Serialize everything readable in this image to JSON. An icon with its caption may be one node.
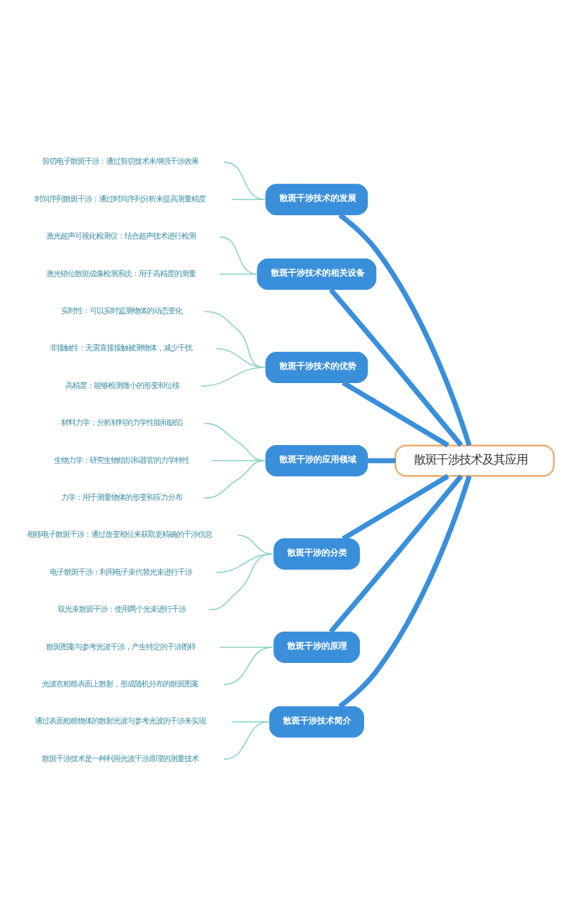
{
  "diagram": {
    "nodes": [
      {
        "text": [
          "剪切电子散斑干涉：通过剪切技术来增强干涉效果"
        ]
      },
      {
        "text": [
          "时间序列散斑干涉：通过时间序列分析来提高测量精度"
        ]
      },
      {
        "text": [
          "散斑干涉技术的发展"
        ]
      },
      {
        "text": [
          "激光超声可视化检测仪：结合超声技术进行检测"
        ]
      },
      {
        "text": [
          "激光错位散斑成像检测系统：用于高精度的测量"
        ]
      },
      {
        "text": [
          "散斑干涉技术的相关设备"
        ]
      },
      {
        "text": [
          "实时性：可以实时监测物体的动态变化"
        ]
      },
      {
        "text": [
          "非接触性：无需直接接触被测物体，减少干扰"
        ]
      },
      {
        "text": [
          "高精度：能够检测微小的形变和位移"
        ]
      },
      {
        "text": [
          "散斑干涉技术的优势"
        ]
      },
      {
        "text": [
          "材料力学：分析材料的力学性能和缺陷"
        ]
      },
      {
        "text": [
          "生物力学：研究生物组织和器官的力学特性"
        ]
      },
      {
        "text": [
          "力学：用于测量物体的形变和应力分布"
        ]
      },
      {
        "text": [
          "散斑干涉的应用领域"
        ]
      },
      {
        "text": [
          "相移电子散斑干涉：通过改变相位来获取更精确的干涉信息"
        ]
      },
      {
        "text": [
          "电子散斑干涉：利用电子束代替光束进行干涉"
        ]
      },
      {
        "text": [
          "双光束散斑干涉：使用两个光束进行干涉"
        ]
      },
      {
        "text": [
          "散斑干涉的分类"
        ]
      },
      {
        "text": [
          "散斑图案与参考光波干涉，产生特定的干涉图样"
        ]
      },
      {
        "text": [
          "光波在粗糙表面上散射，形成随机分布的散斑图案"
        ]
      },
      {
        "text": [
          "散斑干涉的原理"
        ]
      },
      {
        "text": [
          "通过表面粗糙物体的散射光波与参考光波的干涉来实现"
        ]
      },
      {
        "text": [
          "散斑干涉技术是一种利用光波干涉原理的测量技术"
        ]
      },
      {
        "text": [
          "散斑干涉技术简介"
        ]
      },
      {
        "text": [
          "散斑干涉技术及其应用"
        ]
      }
    ],
    "edges": [
      {
        "from": 24,
        "to": 2,
        "arrow": "none",
        "style": "thick",
        "color": "#3a8fdb"
      },
      {
        "from": 24,
        "to": 5,
        "arrow": "none",
        "style": "thick",
        "color": "#3a8fdb"
      },
      {
        "from": 24,
        "to": 9,
        "arrow": "none",
        "style": "thick",
        "color": "#3a8fdb"
      },
      {
        "from": 24,
        "to": 13,
        "arrow": "none",
        "style": "thick",
        "color": "#3a8fdb"
      },
      {
        "from": 24,
        "to": 17,
        "arrow": "none",
        "style": "thick",
        "color": "#3a8fdb"
      },
      {
        "from": 24,
        "to": 20,
        "arrow": "none",
        "style": "thick",
        "color": "#3a8fdb"
      },
      {
        "from": 24,
        "to": 23,
        "arrow": "none",
        "style": "thick",
        "color": "#3a8fdb"
      },
      {
        "from": 2,
        "to": 0,
        "arrow": "none"
      },
      {
        "from": 2,
        "to": 1,
        "arrow": "none"
      },
      {
        "from": 5,
        "to": 3,
        "arrow": "none"
      },
      {
        "from": 5,
        "to": 4,
        "arrow": "none"
      },
      {
        "from": 9,
        "to": 6,
        "arrow": "none"
      },
      {
        "from": 9,
        "to": 7,
        "arrow": "none"
      },
      {
        "from": 9,
        "to": 8,
        "arrow": "none"
      },
      {
        "from": 13,
        "to": 10,
        "arrow": "none"
      },
      {
        "from": 13,
        "to": 11,
        "arrow": "none"
      },
      {
        "from": 13,
        "to": 12,
        "arrow": "none"
      },
      {
        "from": 17,
        "to": 14,
        "arrow": "none"
      },
      {
        "from": 17,
        "to": 15,
        "arrow": "none"
      },
      {
        "from": 17,
        "to": 16,
        "arrow": "none"
      },
      {
        "from": 20,
        "to": 18,
        "arrow": "none"
      },
      {
        "from": 20,
        "to": 19,
        "arrow": "none"
      },
      {
        "from": 23,
        "to": 21,
        "arrow": "none"
      },
      {
        "from": 23,
        "to": 22,
        "arrow": "none"
      }
    ]
  }
}
